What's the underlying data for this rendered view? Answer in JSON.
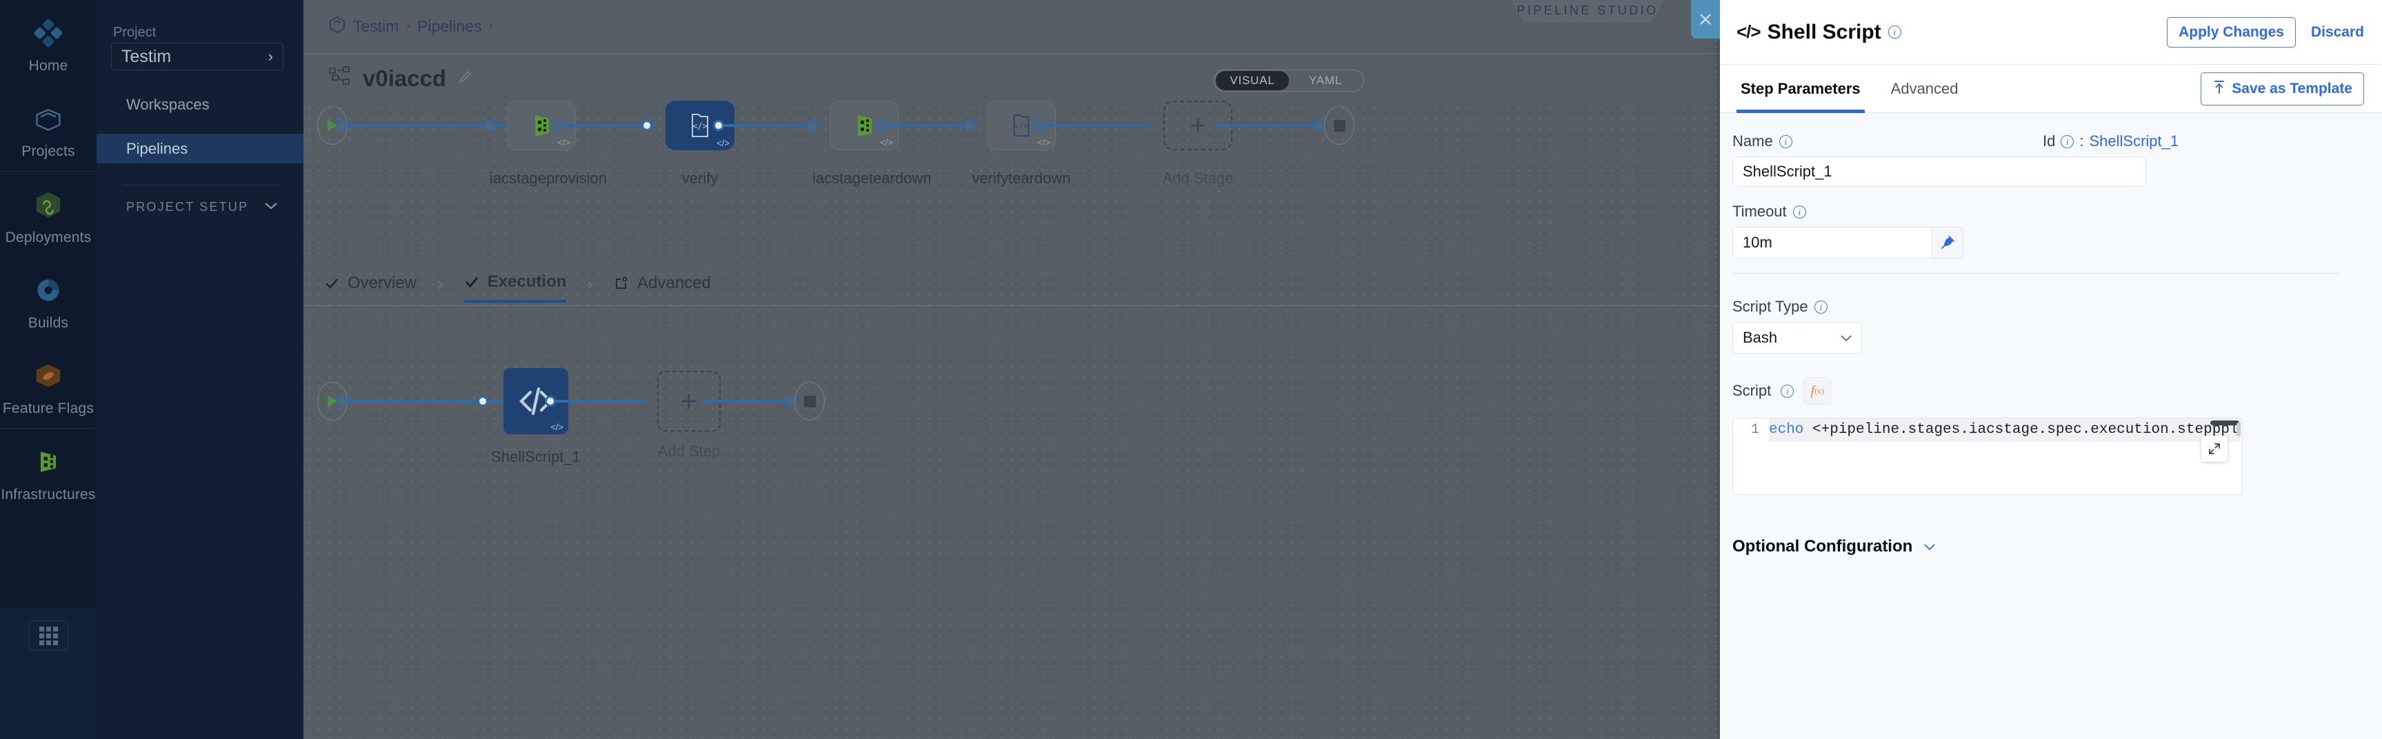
{
  "rail": {
    "items": [
      {
        "label": "Home",
        "icon": "home-diamond-icon"
      },
      {
        "label": "Projects",
        "icon": "projects-box-icon"
      },
      {
        "label": "Deployments",
        "icon": "deployments-infinity-icon"
      },
      {
        "label": "Builds",
        "icon": "builds-gear-icon"
      },
      {
        "label": "Feature Flags",
        "icon": "feature-flags-icon"
      },
      {
        "label": "Infrastructures",
        "icon": "infrastructures-icon"
      }
    ],
    "app_grid_icon": "app-grid-icon"
  },
  "sidebar": {
    "project_label": "Project",
    "project_name": "Testim",
    "project_chevron": "chevron-right-icon",
    "items": [
      {
        "label": "Workspaces",
        "active": false
      },
      {
        "label": "Pipelines",
        "active": true
      }
    ],
    "setup_label": "PROJECT SETUP",
    "setup_chevron": "chevron-down-icon"
  },
  "breadcrumb": {
    "icon": "project-cube-icon",
    "items": [
      "Testim",
      "Pipelines"
    ],
    "separator": "›"
  },
  "header": {
    "studio_tag": "PIPELINE STUDIO",
    "pipeline_icon": "pipeline-nodes-icon",
    "pipeline_name": "v0iaccd",
    "edit_icon": "pencil-icon",
    "view_toggle": {
      "options": [
        "VISUAL",
        "YAML"
      ],
      "selected": "VISUAL"
    }
  },
  "canvas": {
    "stages": [
      {
        "name": "iacstageprovision",
        "type": "infrastructure",
        "selected": false
      },
      {
        "name": "verify",
        "type": "shell",
        "selected": true
      },
      {
        "name": "iacstageteardown",
        "type": "infrastructure",
        "selected": false
      },
      {
        "name": "verifyteardown",
        "type": "shell",
        "selected": false
      },
      {
        "name": "Add Stage",
        "type": "add",
        "selected": false
      }
    ],
    "stage_tabs": [
      {
        "label": "Overview",
        "icon": "check-icon",
        "active": false
      },
      {
        "label": "Execution",
        "icon": "check-icon",
        "active": true
      },
      {
        "label": "Advanced",
        "icon": "advanced-gear-icon",
        "active": false
      }
    ],
    "steps": [
      {
        "name": "ShellScript_1",
        "type": "shell",
        "selected": true
      },
      {
        "name": "Add Step",
        "type": "add",
        "selected": false
      }
    ],
    "start_icon": "play-icon",
    "end_icon": "stop-icon"
  },
  "drawer": {
    "close_icon": "close-icon",
    "title_icon": "code-brackets-icon",
    "title": "Shell Script",
    "title_info_icon": "info-icon",
    "apply_label": "Apply Changes",
    "discard_label": "Discard",
    "tabs": [
      {
        "label": "Step Parameters",
        "active": true
      },
      {
        "label": "Advanced",
        "active": false
      }
    ],
    "save_template_label": "Save as Template",
    "save_template_icon": "upload-template-icon",
    "fields": {
      "name_label": "Name",
      "name_value": "ShellScript_1",
      "id_label": "Id",
      "id_separator": ":",
      "id_value": "ShellScript_1",
      "timeout_label": "Timeout",
      "timeout_value": "10m",
      "timeout_pin_icon": "pin-icon",
      "script_type_label": "Script Type",
      "script_type_value": "Bash",
      "script_type_chevron": "chevron-down-icon",
      "script_label": "Script",
      "script_fx_icon": "fx-icon",
      "script_fx_label": "f(x)",
      "script_line_number": "1",
      "script_code_keyword": "echo",
      "script_code_rest": " <+pipeline.stages.iacstage.spec.execution.step",
      "script_code_tail": "ppl",
      "expand_icon": "expand-icon"
    },
    "optional_configuration_label": "Optional Configuration",
    "optional_configuration_chevron": "chevron-down-icon"
  },
  "colors": {
    "accent_blue": "#2f6ae0",
    "node_selected": "#1f4273",
    "wire": "#2d6ca8",
    "close_button": "#5190b8",
    "fx_orange": "#ee8b3c",
    "sidebar_active": "#1d3a5e"
  }
}
